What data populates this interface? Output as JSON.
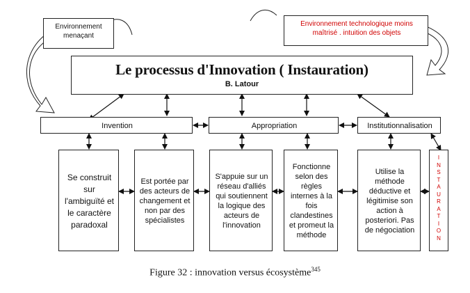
{
  "env_threat": "Environnement menaçant",
  "env_tech": "Environnement technologique moins maîtrisé . intuition  des objets",
  "title": "Le processus d'Innovation ( Instauration)",
  "author": "B. Latour",
  "stages": [
    "Invention",
    "Appropriation",
    "Institutionnalisation"
  ],
  "descriptions": [
    "Se construit sur l'ambiguïté et le caractère paradoxal",
    "Est portée par des acteurs de changement et non par des spécialistes",
    "S'appuie sur un réseau d'alliés qui soutiennent la logique des acteurs de l'innovation",
    "Fonctionne selon des règles internes à la fois clandestines et promeut la méthode",
    "Utilise la méthode déductive et légitimise son action à posteriori. Pas de négociation"
  ],
  "instauration_letters": "INSTAURATION",
  "caption_text": "Figure 32 : innovation versus écosystème",
  "caption_note": "345",
  "colors": {
    "accent_red": "#d00000",
    "line": "#111111"
  }
}
